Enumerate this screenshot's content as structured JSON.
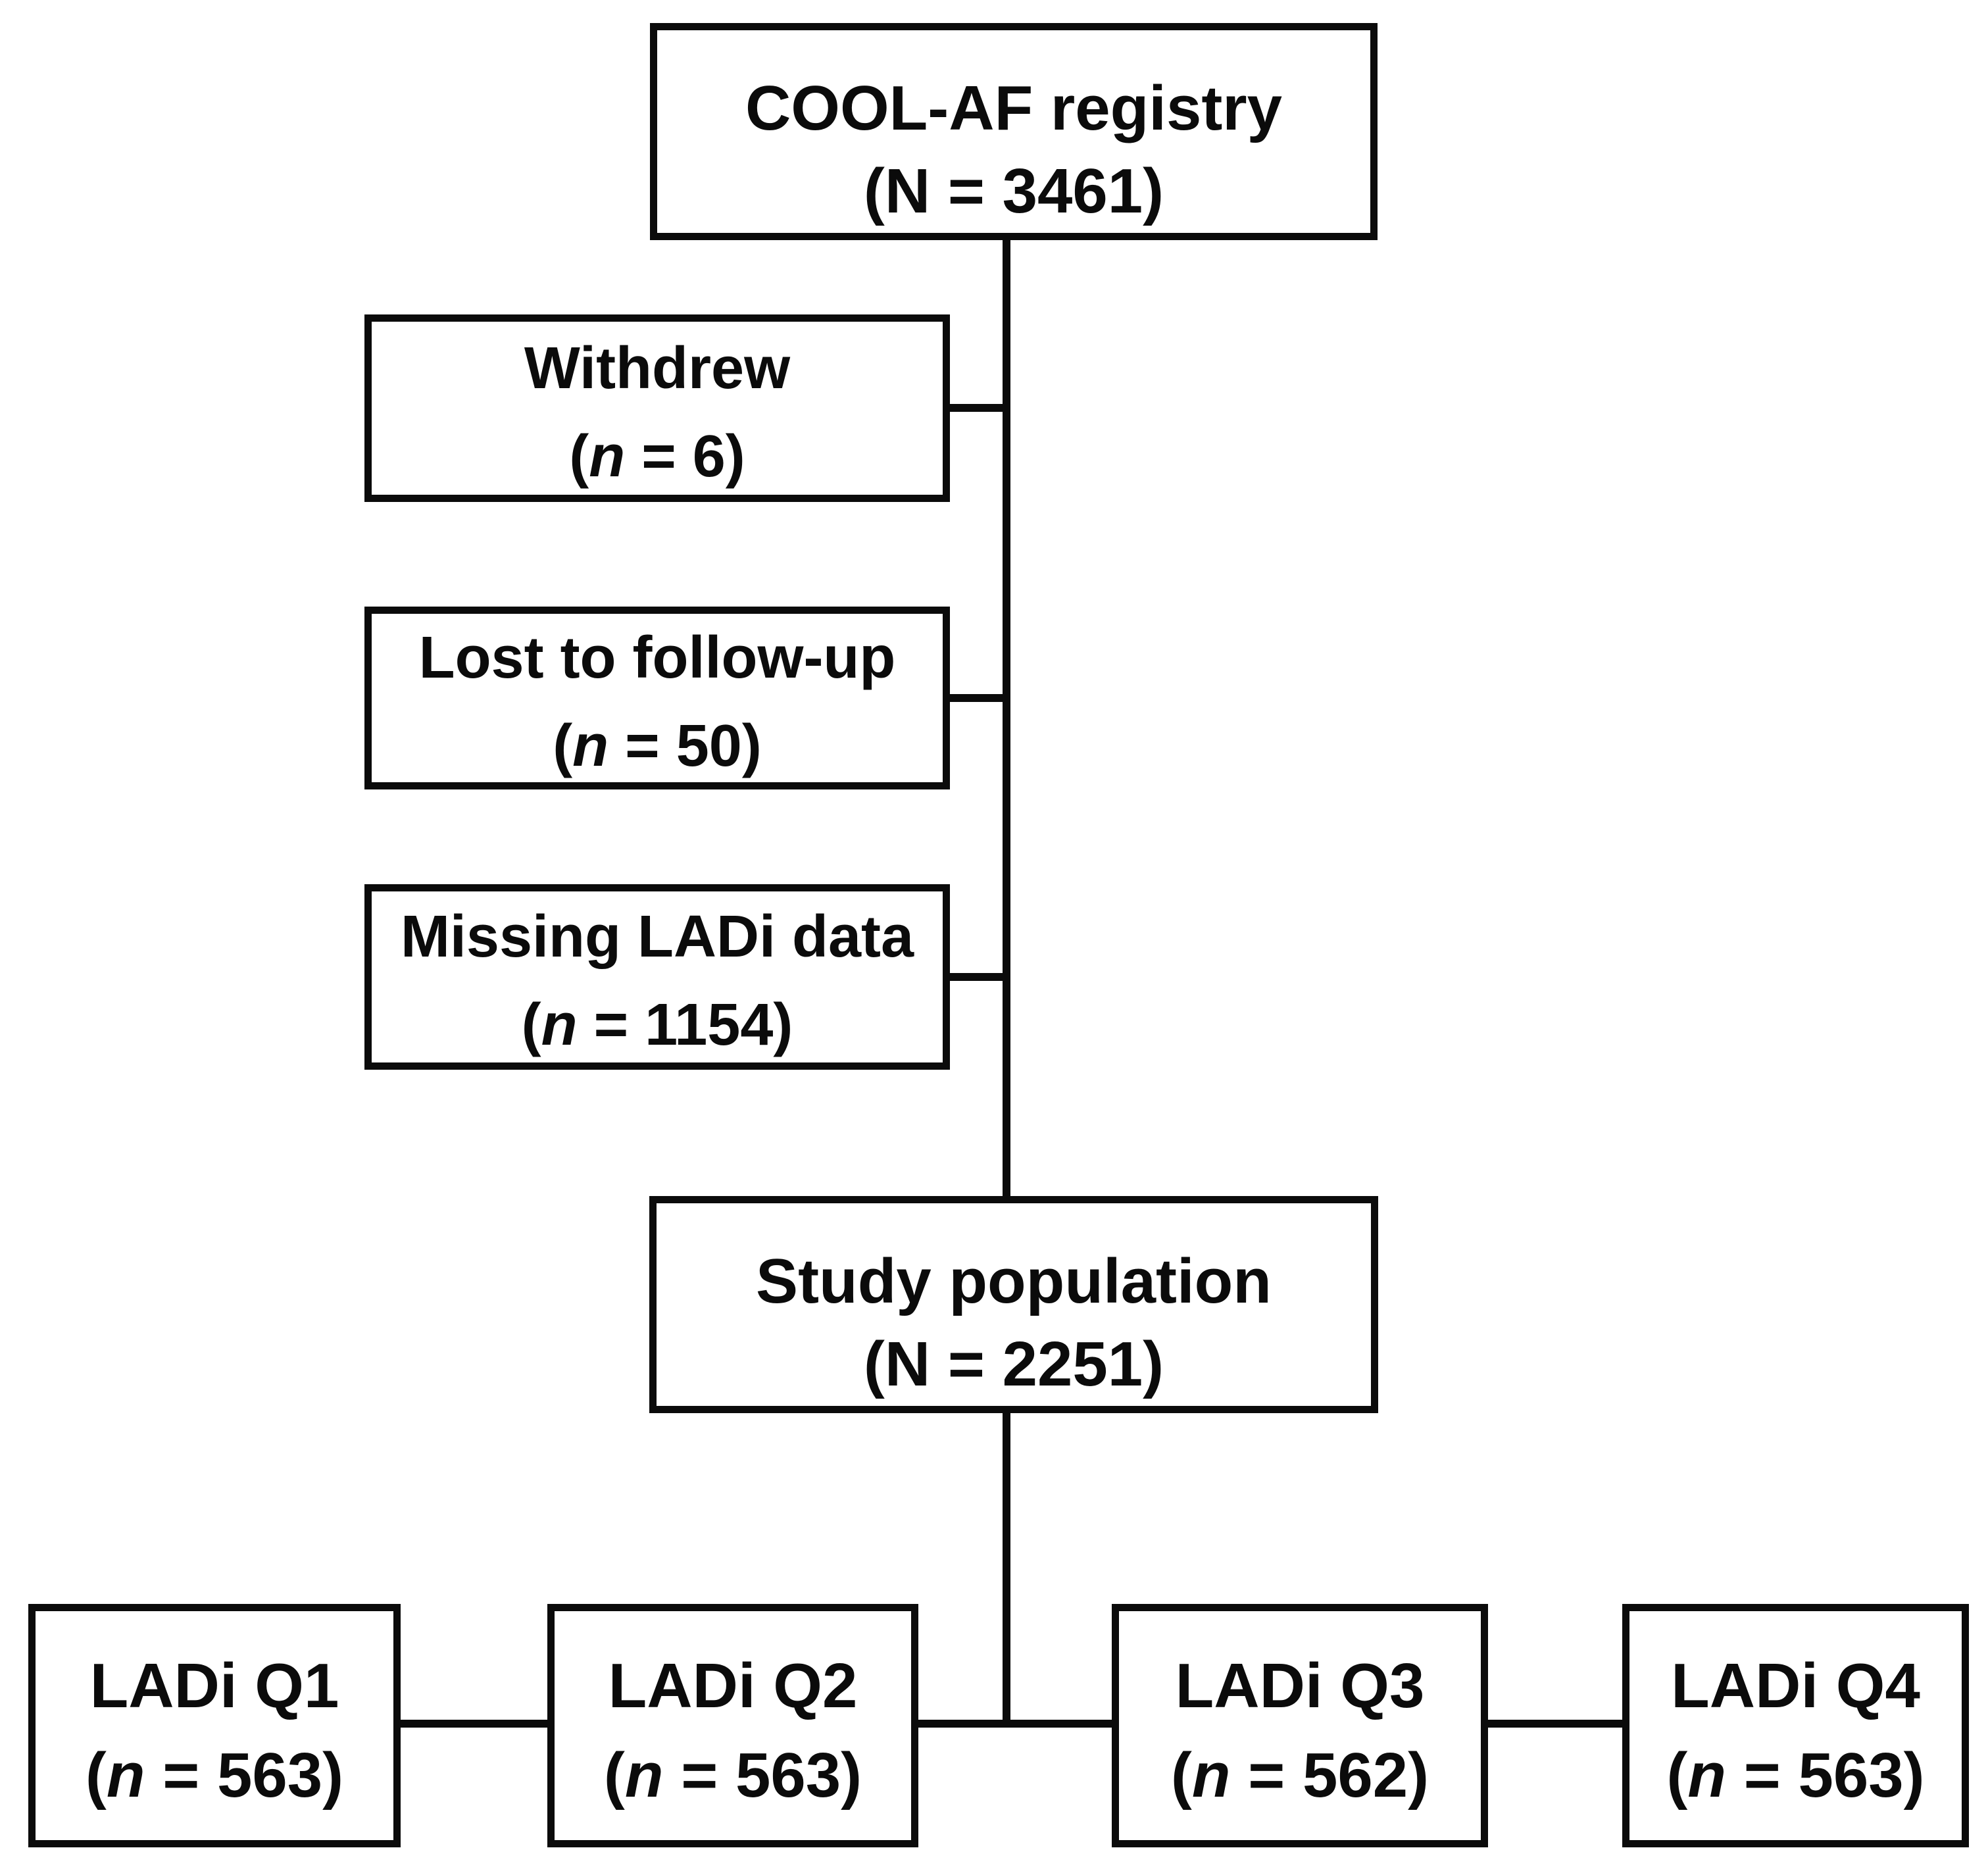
{
  "diagram_type": "study-flow-chart",
  "colors": {
    "background": "#ffffff",
    "box_border": "#0b0b0b",
    "text": "#0b0b0b",
    "connector": "#0b0b0b"
  },
  "nodes": {
    "registry": {
      "label": "COOL-AF registry",
      "paren_open": "(",
      "n_var": "N",
      "n_rest": " = 3461)"
    },
    "withdrew": {
      "label": "Withdrew",
      "paren_open": "(",
      "n_var": "n",
      "n_rest": " = 6)"
    },
    "lost": {
      "label": "Lost to follow-up",
      "paren_open": "(",
      "n_var": "n",
      "n_rest": " = 50)"
    },
    "missing": {
      "label": "Missing LADi data",
      "paren_open": "(",
      "n_var": "n",
      "n_rest": " = 1154)"
    },
    "study": {
      "label": "Study population",
      "paren_open": "(",
      "n_var": "N",
      "n_rest": " = 2251)"
    },
    "q1": {
      "label": "LADi Q1",
      "paren_open": "(",
      "n_var": "n",
      "n_rest": " = 563)"
    },
    "q2": {
      "label": "LADi Q2",
      "paren_open": "(",
      "n_var": "n",
      "n_rest": " = 563)"
    },
    "q3": {
      "label": "LADi Q3",
      "paren_open": "(",
      "n_var": "n",
      "n_rest": " = 562)"
    },
    "q4": {
      "label": "LADi Q4",
      "paren_open": "(",
      "n_var": "n",
      "n_rest": " = 563)"
    }
  },
  "edges": [
    {
      "from": "registry",
      "to": "withdrew"
    },
    {
      "from": "registry",
      "to": "lost"
    },
    {
      "from": "registry",
      "to": "missing"
    },
    {
      "from": "registry",
      "to": "study"
    },
    {
      "from": "study",
      "to": "q1"
    },
    {
      "from": "study",
      "to": "q2"
    },
    {
      "from": "study",
      "to": "q3"
    },
    {
      "from": "study",
      "to": "q4"
    }
  ]
}
